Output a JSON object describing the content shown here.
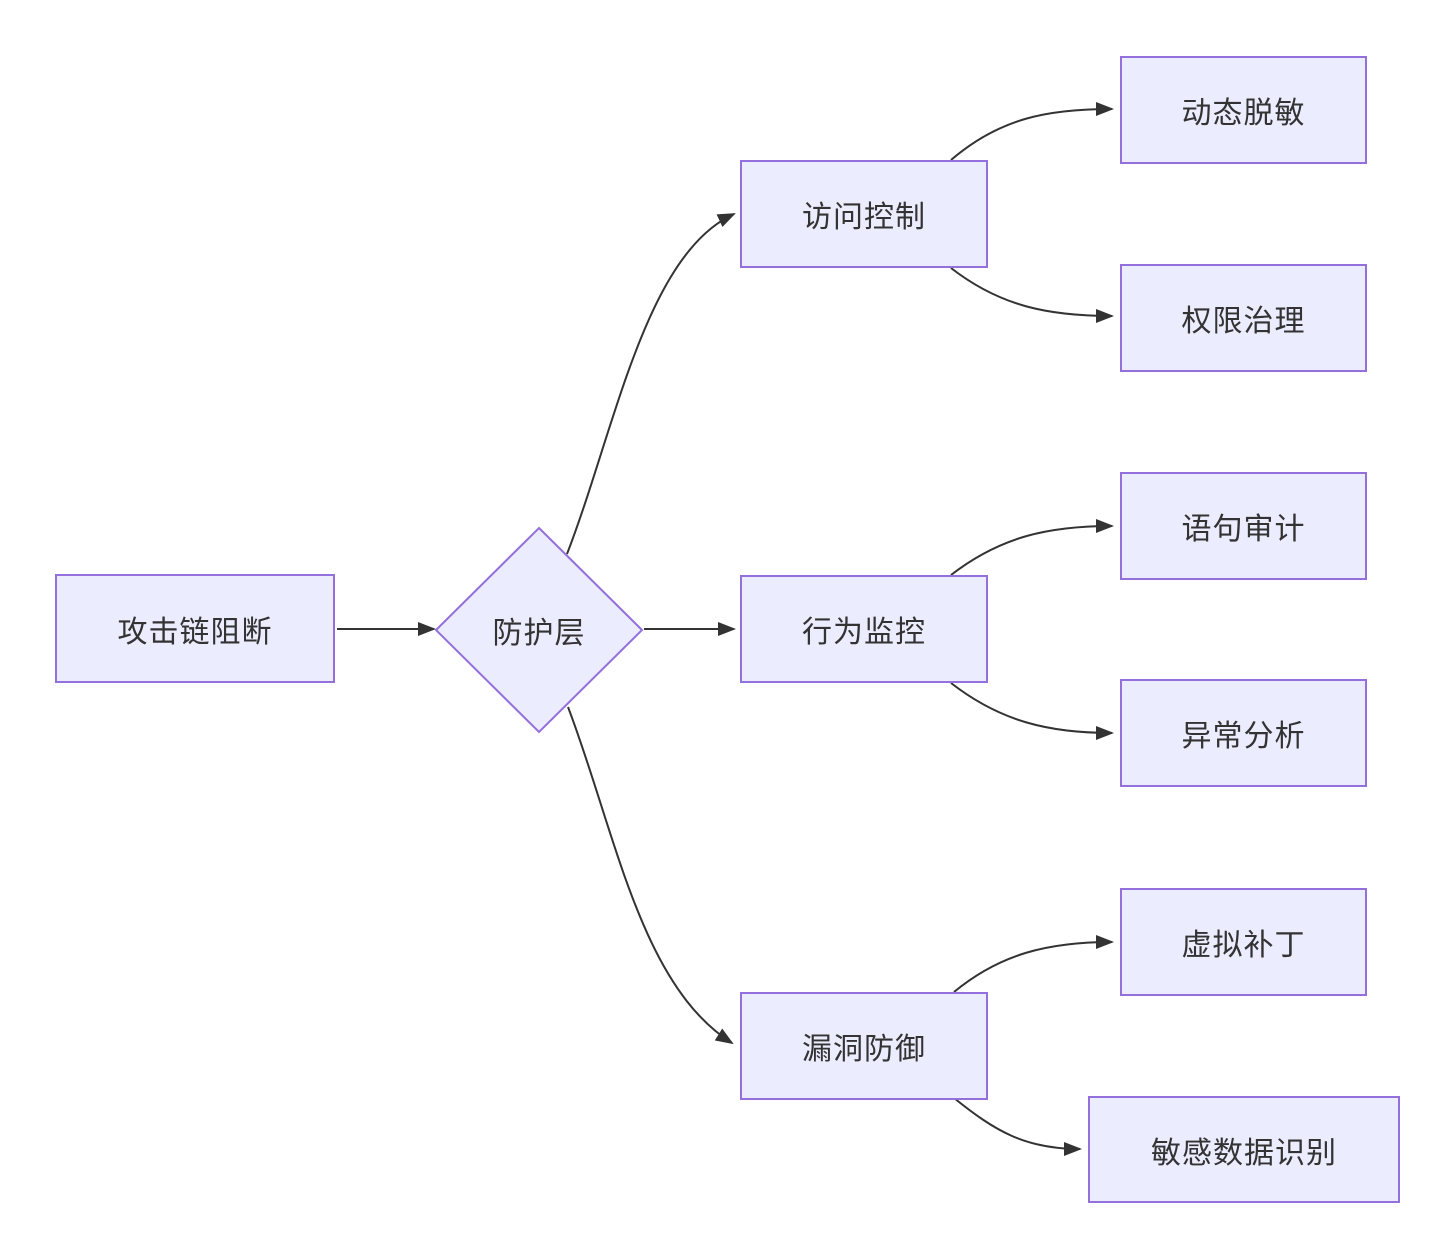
{
  "diagram": {
    "type": "flowchart",
    "direction": "left-to-right",
    "colors": {
      "node_fill": "#ECECFF",
      "node_border": "#9370DB",
      "edge": "#333333",
      "text": "#333333",
      "background": "#FFFFFF"
    },
    "nodes": {
      "attack_chain_block": {
        "label": "攻击链阻断",
        "shape": "rect"
      },
      "protection_layer": {
        "label": "防护层",
        "shape": "diamond"
      },
      "access_control": {
        "label": "访问控制",
        "shape": "rect"
      },
      "behavior_monitoring": {
        "label": "行为监控",
        "shape": "rect"
      },
      "vulnerability_defense": {
        "label": "漏洞防御",
        "shape": "rect"
      },
      "dynamic_masking": {
        "label": "动态脱敏",
        "shape": "rect"
      },
      "permission_governance": {
        "label": "权限治理",
        "shape": "rect"
      },
      "statement_audit": {
        "label": "语句审计",
        "shape": "rect"
      },
      "anomaly_analysis": {
        "label": "异常分析",
        "shape": "rect"
      },
      "virtual_patch": {
        "label": "虚拟补丁",
        "shape": "rect"
      },
      "sensitive_data_identification": {
        "label": "敏感数据识别",
        "shape": "rect"
      }
    },
    "edges": [
      {
        "from": "attack_chain_block",
        "to": "protection_layer"
      },
      {
        "from": "protection_layer",
        "to": "access_control"
      },
      {
        "from": "protection_layer",
        "to": "behavior_monitoring"
      },
      {
        "from": "protection_layer",
        "to": "vulnerability_defense"
      },
      {
        "from": "access_control",
        "to": "dynamic_masking"
      },
      {
        "from": "access_control",
        "to": "permission_governance"
      },
      {
        "from": "behavior_monitoring",
        "to": "statement_audit"
      },
      {
        "from": "behavior_monitoring",
        "to": "anomaly_analysis"
      },
      {
        "from": "vulnerability_defense",
        "to": "virtual_patch"
      },
      {
        "from": "vulnerability_defense",
        "to": "sensitive_data_identification"
      }
    ]
  }
}
